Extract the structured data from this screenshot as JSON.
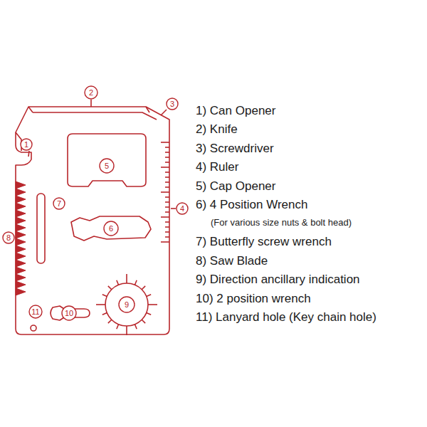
{
  "diagram": {
    "nodes": [
      {
        "text": [
          "2"
        ]
      },
      {
        "text": [
          "3"
        ]
      },
      {
        "text": [
          "1"
        ]
      },
      {
        "text": [
          "5"
        ]
      },
      {
        "text": [
          "7"
        ]
      },
      {
        "text": [
          "4"
        ]
      },
      {
        "text": [
          "6"
        ]
      },
      {
        "text": [
          "8"
        ]
      },
      {
        "text": [
          "10"
        ]
      },
      {
        "text": [
          "9"
        ]
      },
      {
        "text": [
          "11"
        ]
      }
    ],
    "labels": [
      "1) Can Opener",
      "2) Knife",
      "3) Screwdriver",
      "4) Ruler",
      "5) Cap Opener",
      "6) 4 Position Wrench",
      "(For various size nuts & bolt head)",
      "7) Butterfly screw wrench",
      "8) Saw Blade",
      "9) Direction ancillary indication",
      "10) 2 position wrench",
      "11) Lanyard hole (Key chain hole)"
    ]
  }
}
